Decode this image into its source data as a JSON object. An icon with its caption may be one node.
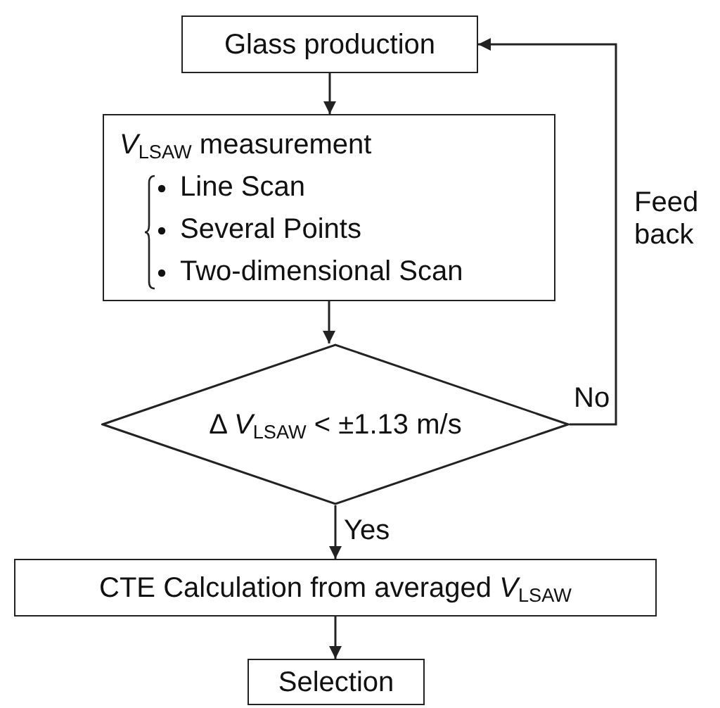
{
  "diagram": {
    "nodes": [
      {
        "text": [
          "Glass production"
        ]
      },
      {
        "text": [
          "*V*$_{LSAW}$ measurement",
          "Line Scan",
          "Several Points",
          "Two-dimensional Scan"
        ]
      },
      {
        "text": [
          "Δ *V*$_{LSAW}$ < ±1.13 m/s"
        ]
      },
      {
        "text": [
          "CTE Calculation from averaged *V*$_{LSAW}$"
        ]
      },
      {
        "text": [
          "Selection"
        ]
      }
    ],
    "edges": [
      {
        "from": 0,
        "to": 1,
        "arrow": "to"
      },
      {
        "from": 1,
        "to": 2,
        "arrow": "to"
      },
      {
        "from": 2,
        "to": 3,
        "arrow": "to",
        "label": "Yes"
      },
      {
        "from": 3,
        "to": 4,
        "arrow": "to"
      },
      {
        "from": 2,
        "to": 0,
        "arrow": "to",
        "label": "No"
      }
    ],
    "labels": [
      "Feed back"
    ]
  }
}
